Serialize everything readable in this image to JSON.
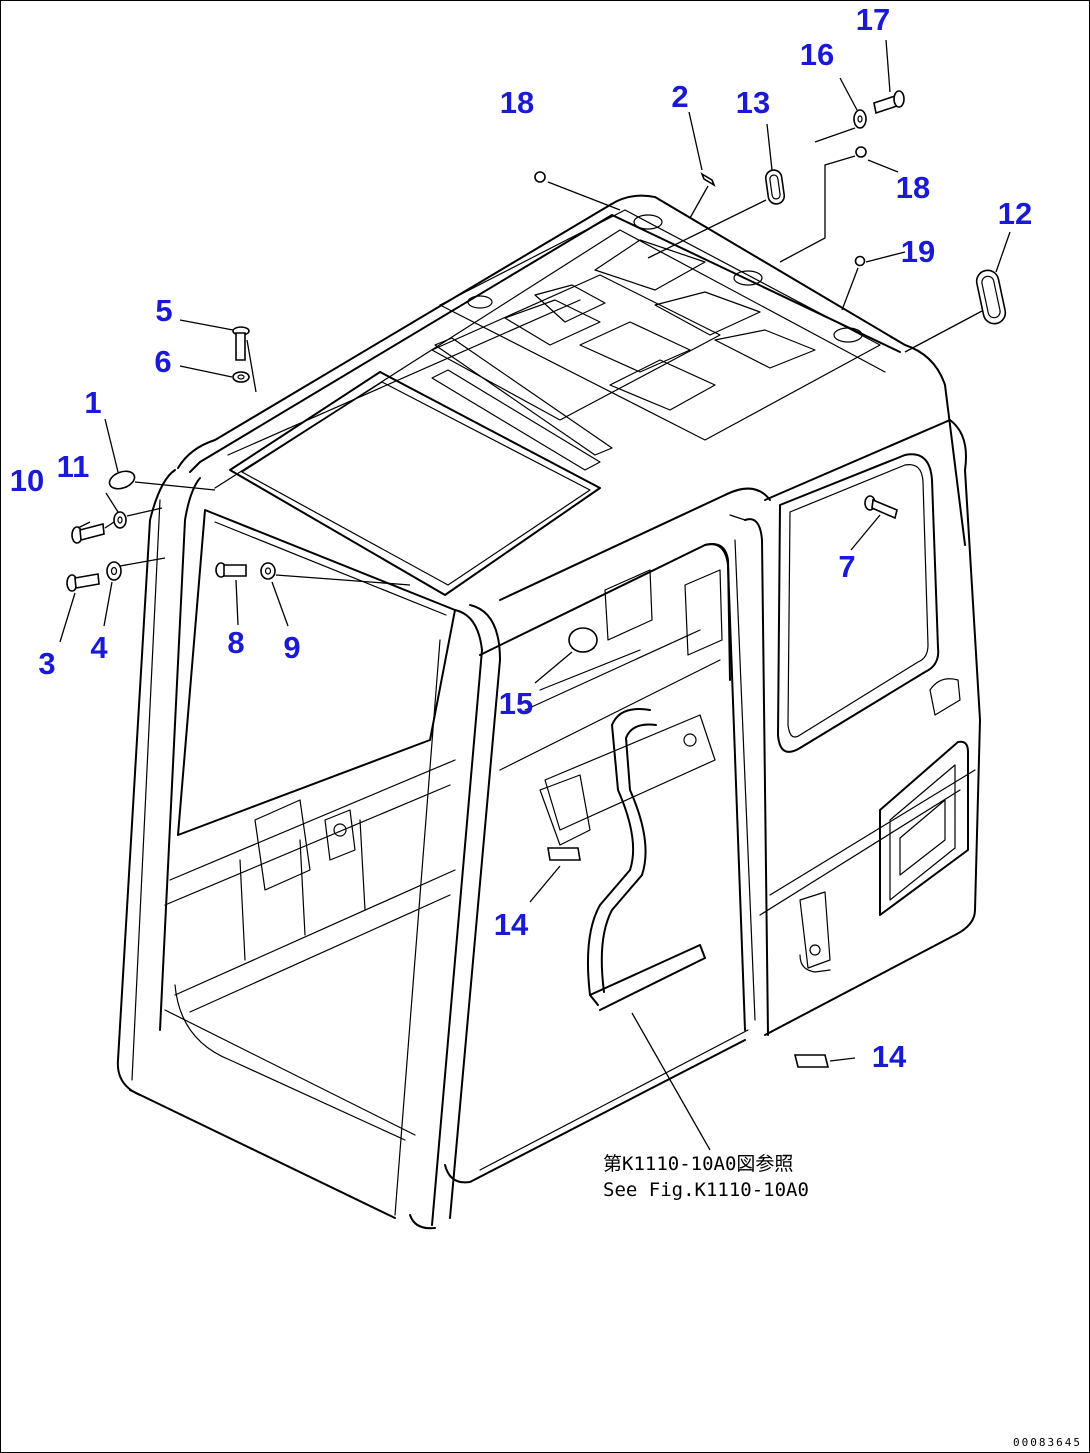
{
  "callouts": [
    {
      "id": "c1",
      "label": "1"
    },
    {
      "id": "c2",
      "label": "2"
    },
    {
      "id": "c3",
      "label": "3"
    },
    {
      "id": "c4",
      "label": "4"
    },
    {
      "id": "c5",
      "label": "5"
    },
    {
      "id": "c6",
      "label": "6"
    },
    {
      "id": "c7",
      "label": "7"
    },
    {
      "id": "c8",
      "label": "8"
    },
    {
      "id": "c9",
      "label": "9"
    },
    {
      "id": "c10",
      "label": "10"
    },
    {
      "id": "c11",
      "label": "11"
    },
    {
      "id": "c12",
      "label": "12"
    },
    {
      "id": "c13",
      "label": "13"
    },
    {
      "id": "c14a",
      "label": "14"
    },
    {
      "id": "c14b",
      "label": "14"
    },
    {
      "id": "c15",
      "label": "15"
    },
    {
      "id": "c16",
      "label": "16"
    },
    {
      "id": "c17",
      "label": "17"
    },
    {
      "id": "c18a",
      "label": "18"
    },
    {
      "id": "c18b",
      "label": "18"
    },
    {
      "id": "c19",
      "label": "19"
    }
  ],
  "reference_note": {
    "line1": "第K1110-10A0図参照",
    "line2": "See Fig.K1110-10A0"
  },
  "figure_code": "00083645",
  "colors": {
    "callout": "#1a1ad6",
    "line": "#000000",
    "background": "#ffffff"
  }
}
